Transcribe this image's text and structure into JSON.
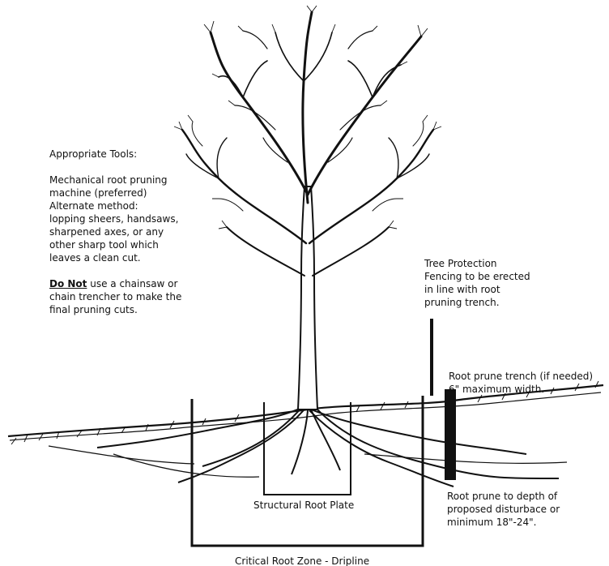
{
  "tools": {
    "heading": "Appropriate Tools:",
    "line1": "Mechanical root pruning",
    "line2": "machine (preferred)",
    "line3": "Alternate method:",
    "line4": "lopping sheers, handsaws,",
    "line5": "sharpened axes, or any",
    "line6": "other sharp tool which",
    "line7": "leaves a clean cut.",
    "warning_strong": "Do Not",
    "warning_rest": " use a chainsaw or",
    "warning2": "chain trencher to make the",
    "warning3": "final pruning cuts."
  },
  "fencing": {
    "line1": "Tree Protection",
    "line2": "Fencing to be erected",
    "line3": "in line with root",
    "line4": "pruning trench."
  },
  "trench": {
    "line1": "Root prune trench (if needed)",
    "line2": "6\" maximum width."
  },
  "depth": {
    "line1": "Root prune to depth of",
    "line2": "proposed disturbace or",
    "line3": "minimum 18\"-24\"."
  },
  "labels": {
    "root_plate": "Structural Root Plate",
    "critical_zone": "Critical Root Zone - Dripline"
  },
  "colors": {
    "ink": "#111111",
    "background": "#ffffff"
  }
}
